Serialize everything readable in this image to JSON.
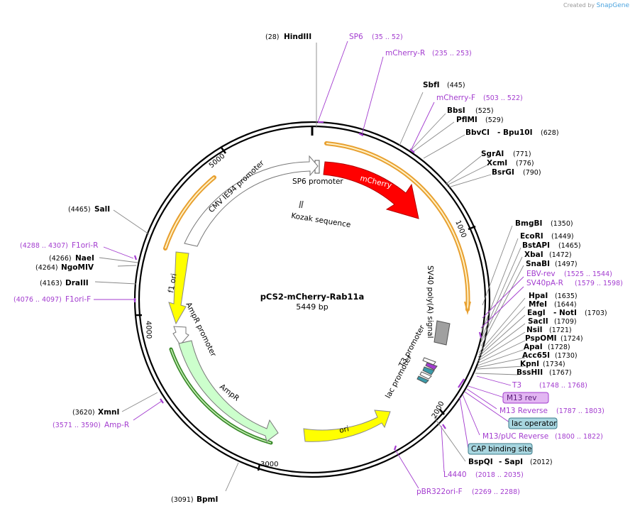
{
  "watermark": {
    "created_by": "Created by",
    "brand": "SnapGene"
  },
  "plasmid": {
    "name": "pCS2-mCherry-Rab11a",
    "length": "5449 bp"
  },
  "ticks": [
    "1000",
    "2000",
    "3000",
    "4000",
    "5000"
  ],
  "features": {
    "sp6_promoter": "SP6 promoter",
    "mcherry": "mCherry",
    "kozak": "Kozak sequence",
    "cmv": "CMV IE94 promoter",
    "f1ori": "f1 ori",
    "ampr_promoter": "AmpR promoter",
    "ampr": "AmpR",
    "ori": "ori",
    "sv40": "SV40 poly(A) signal",
    "t3_promoter": "T3 promoter",
    "lac_promoter": "lac promoter"
  },
  "enzymes": {
    "hindiii": {
      "name": "HindIII",
      "pos": "(28)"
    },
    "sbfi": {
      "name": "SbfI",
      "pos": "(445)"
    },
    "bbsi": {
      "name": "BbsI",
      "pos": "(525)"
    },
    "pflmi": {
      "name": "PflMI",
      "pos": "(529)"
    },
    "bbvci": {
      "name": "BbvCI",
      "sep": "-",
      "name2": "Bpu10I",
      "pos": "(628)"
    },
    "sgrai": {
      "name": "SgrAI",
      "pos": "(771)"
    },
    "xcmi": {
      "name": "XcmI",
      "pos": "(776)"
    },
    "bsrgi": {
      "name": "BsrGI",
      "pos": "(790)"
    },
    "bmgbi": {
      "name": "BmgBI",
      "pos": "(1350)"
    },
    "ecori": {
      "name": "EcoRI",
      "pos": "(1449)"
    },
    "bstapi": {
      "name": "BstAPI",
      "pos": "(1465)"
    },
    "xbai": {
      "name": "XbaI",
      "pos": "(1472)"
    },
    "snabi": {
      "name": "SnaBI",
      "pos": "(1497)"
    },
    "hpai": {
      "name": "HpaI",
      "pos": "(1635)"
    },
    "mfei": {
      "name": "MfeI",
      "pos": "(1644)"
    },
    "eagi": {
      "name": "EagI",
      "sep": "-",
      "name2": "NotI",
      "pos": "(1703)"
    },
    "sacii": {
      "name": "SacII",
      "pos": "(1709)"
    },
    "nsii": {
      "name": "NsiI",
      "pos": "(1721)"
    },
    "pspomi": {
      "name": "PspOMI",
      "pos": "(1724)"
    },
    "apai": {
      "name": "ApaI",
      "pos": "(1728)"
    },
    "acc65i": {
      "name": "Acc65I",
      "pos": "(1730)"
    },
    "kpni": {
      "name": "KpnI",
      "pos": "(1734)"
    },
    "bsshii": {
      "name": "BssHII",
      "pos": "(1767)"
    },
    "bspqi": {
      "name": "BspQI",
      "sep": "-",
      "name2": "SapI",
      "pos": "(2012)"
    },
    "bpmi": {
      "name": "BpmI",
      "pos": "(3091)"
    },
    "xmni": {
      "name": "XmnI",
      "pos": "(3620)"
    },
    "drai": {
      "name": "DraIII",
      "pos": "(4163)"
    },
    "ngomiv": {
      "name": "NgoMIV",
      "pos": "(4264)"
    },
    "naei": {
      "name": "NaeI",
      "pos": "(4266)"
    },
    "sali": {
      "name": "SalI",
      "pos": "(4465)"
    }
  },
  "primers": {
    "sp6": {
      "name": "SP6",
      "pos": "(35 .. 52)"
    },
    "mcherry_r": {
      "name": "mCherry-R",
      "pos": "(235 .. 253)"
    },
    "mcherry_f": {
      "name": "mCherry-F",
      "pos": "(503 .. 522)"
    },
    "ebv_rev": {
      "name": "EBV-rev",
      "pos": "(1525 .. 1544)"
    },
    "sv40pa_r": {
      "name": "SV40pA-R",
      "pos": "(1579 .. 1598)"
    },
    "t3": {
      "name": "T3",
      "pos": "(1748 .. 1768)"
    },
    "m13_rev_box": {
      "name": "M13 rev"
    },
    "m13_reverse": {
      "name": "M13 Reverse",
      "pos": "(1787 .. 1803)"
    },
    "lac_operator_box": {
      "name": "lac operator"
    },
    "m13_puc_reverse": {
      "name": "M13/pUC Reverse",
      "pos": "(1800 .. 1822)"
    },
    "cap_box": {
      "name": "CAP binding site"
    },
    "l4440": {
      "name": "L4440",
      "pos": "(2018 .. 2035)"
    },
    "pbr322ori_f": {
      "name": "pBR322ori-F",
      "pos": "(2269 .. 2288)"
    },
    "amp_r": {
      "name": "Amp-R",
      "pos": "(3571 .. 3590)"
    },
    "f1ori_f": {
      "name": "F1ori-F",
      "pos": "(4076 .. 4097)"
    },
    "f1ori_r": {
      "name": "F1ori-R",
      "pos": "(4288 .. 4307)"
    }
  },
  "colors": {
    "backbone": "#000000",
    "mcherry": "#ff0000",
    "ampr": "#ccffcc",
    "ori_f1": "#ffff00",
    "primer": "#a33ccf",
    "promoter": "#ffffff",
    "orange_track": "#e8a030",
    "sv40": "#a0a0a0",
    "lac_box": "#a8d6e0",
    "m13_box": "#e2b6f2"
  }
}
